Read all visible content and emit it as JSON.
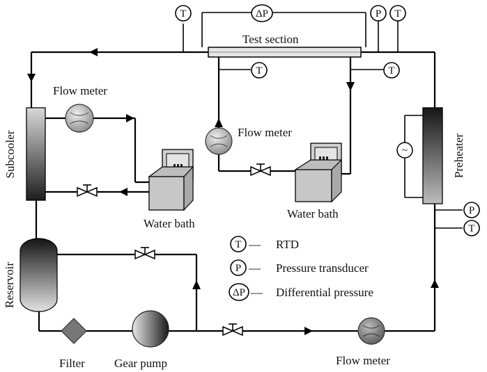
{
  "labels": {
    "test_section": "Test section",
    "subcooler": "Subcooler",
    "preheater": "Preheater",
    "reservoir": "Reservoir",
    "flow_meter_top_left": "Flow meter",
    "flow_meter_center": "Flow meter",
    "flow_meter_bottom": "Flow meter",
    "water_bath_left": "Water bath",
    "water_bath_right": "Water bath",
    "filter": "Filter",
    "gear_pump": "Gear pump",
    "heater_symbol": "~"
  },
  "sensors": {
    "t": "T",
    "p": "P",
    "dp": "ΔP"
  },
  "legend": [
    {
      "symbol": "T",
      "text": "RTD"
    },
    {
      "symbol": "P",
      "text": "Pressure transducer"
    },
    {
      "symbol": "ΔP",
      "text": "Differential pressure"
    }
  ],
  "legend_dash": "—"
}
